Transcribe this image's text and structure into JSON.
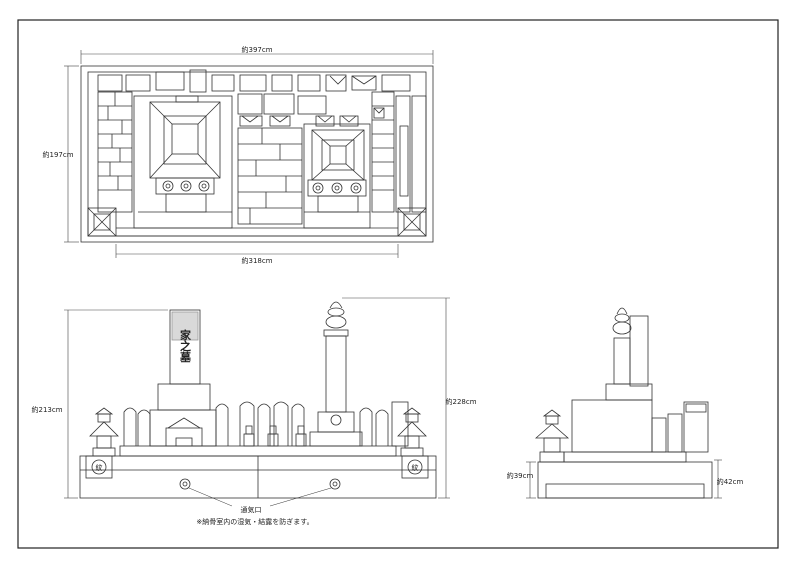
{
  "plan": {
    "width_dim": "約397cm",
    "height_dim": "約197cm",
    "inner_width_dim": "約318cm"
  },
  "front": {
    "left_height_dim": "約213cm",
    "right_height_dim": "約228cm",
    "tombstone_text": "家之墓",
    "crest_left": "紋",
    "crest_right": "紋",
    "vent_label": "通気口",
    "vent_note": "※納骨室内の湿気・結露を防ぎます。"
  },
  "side": {
    "left_height_dim": "約39cm",
    "right_height_dim": "約42cm"
  }
}
